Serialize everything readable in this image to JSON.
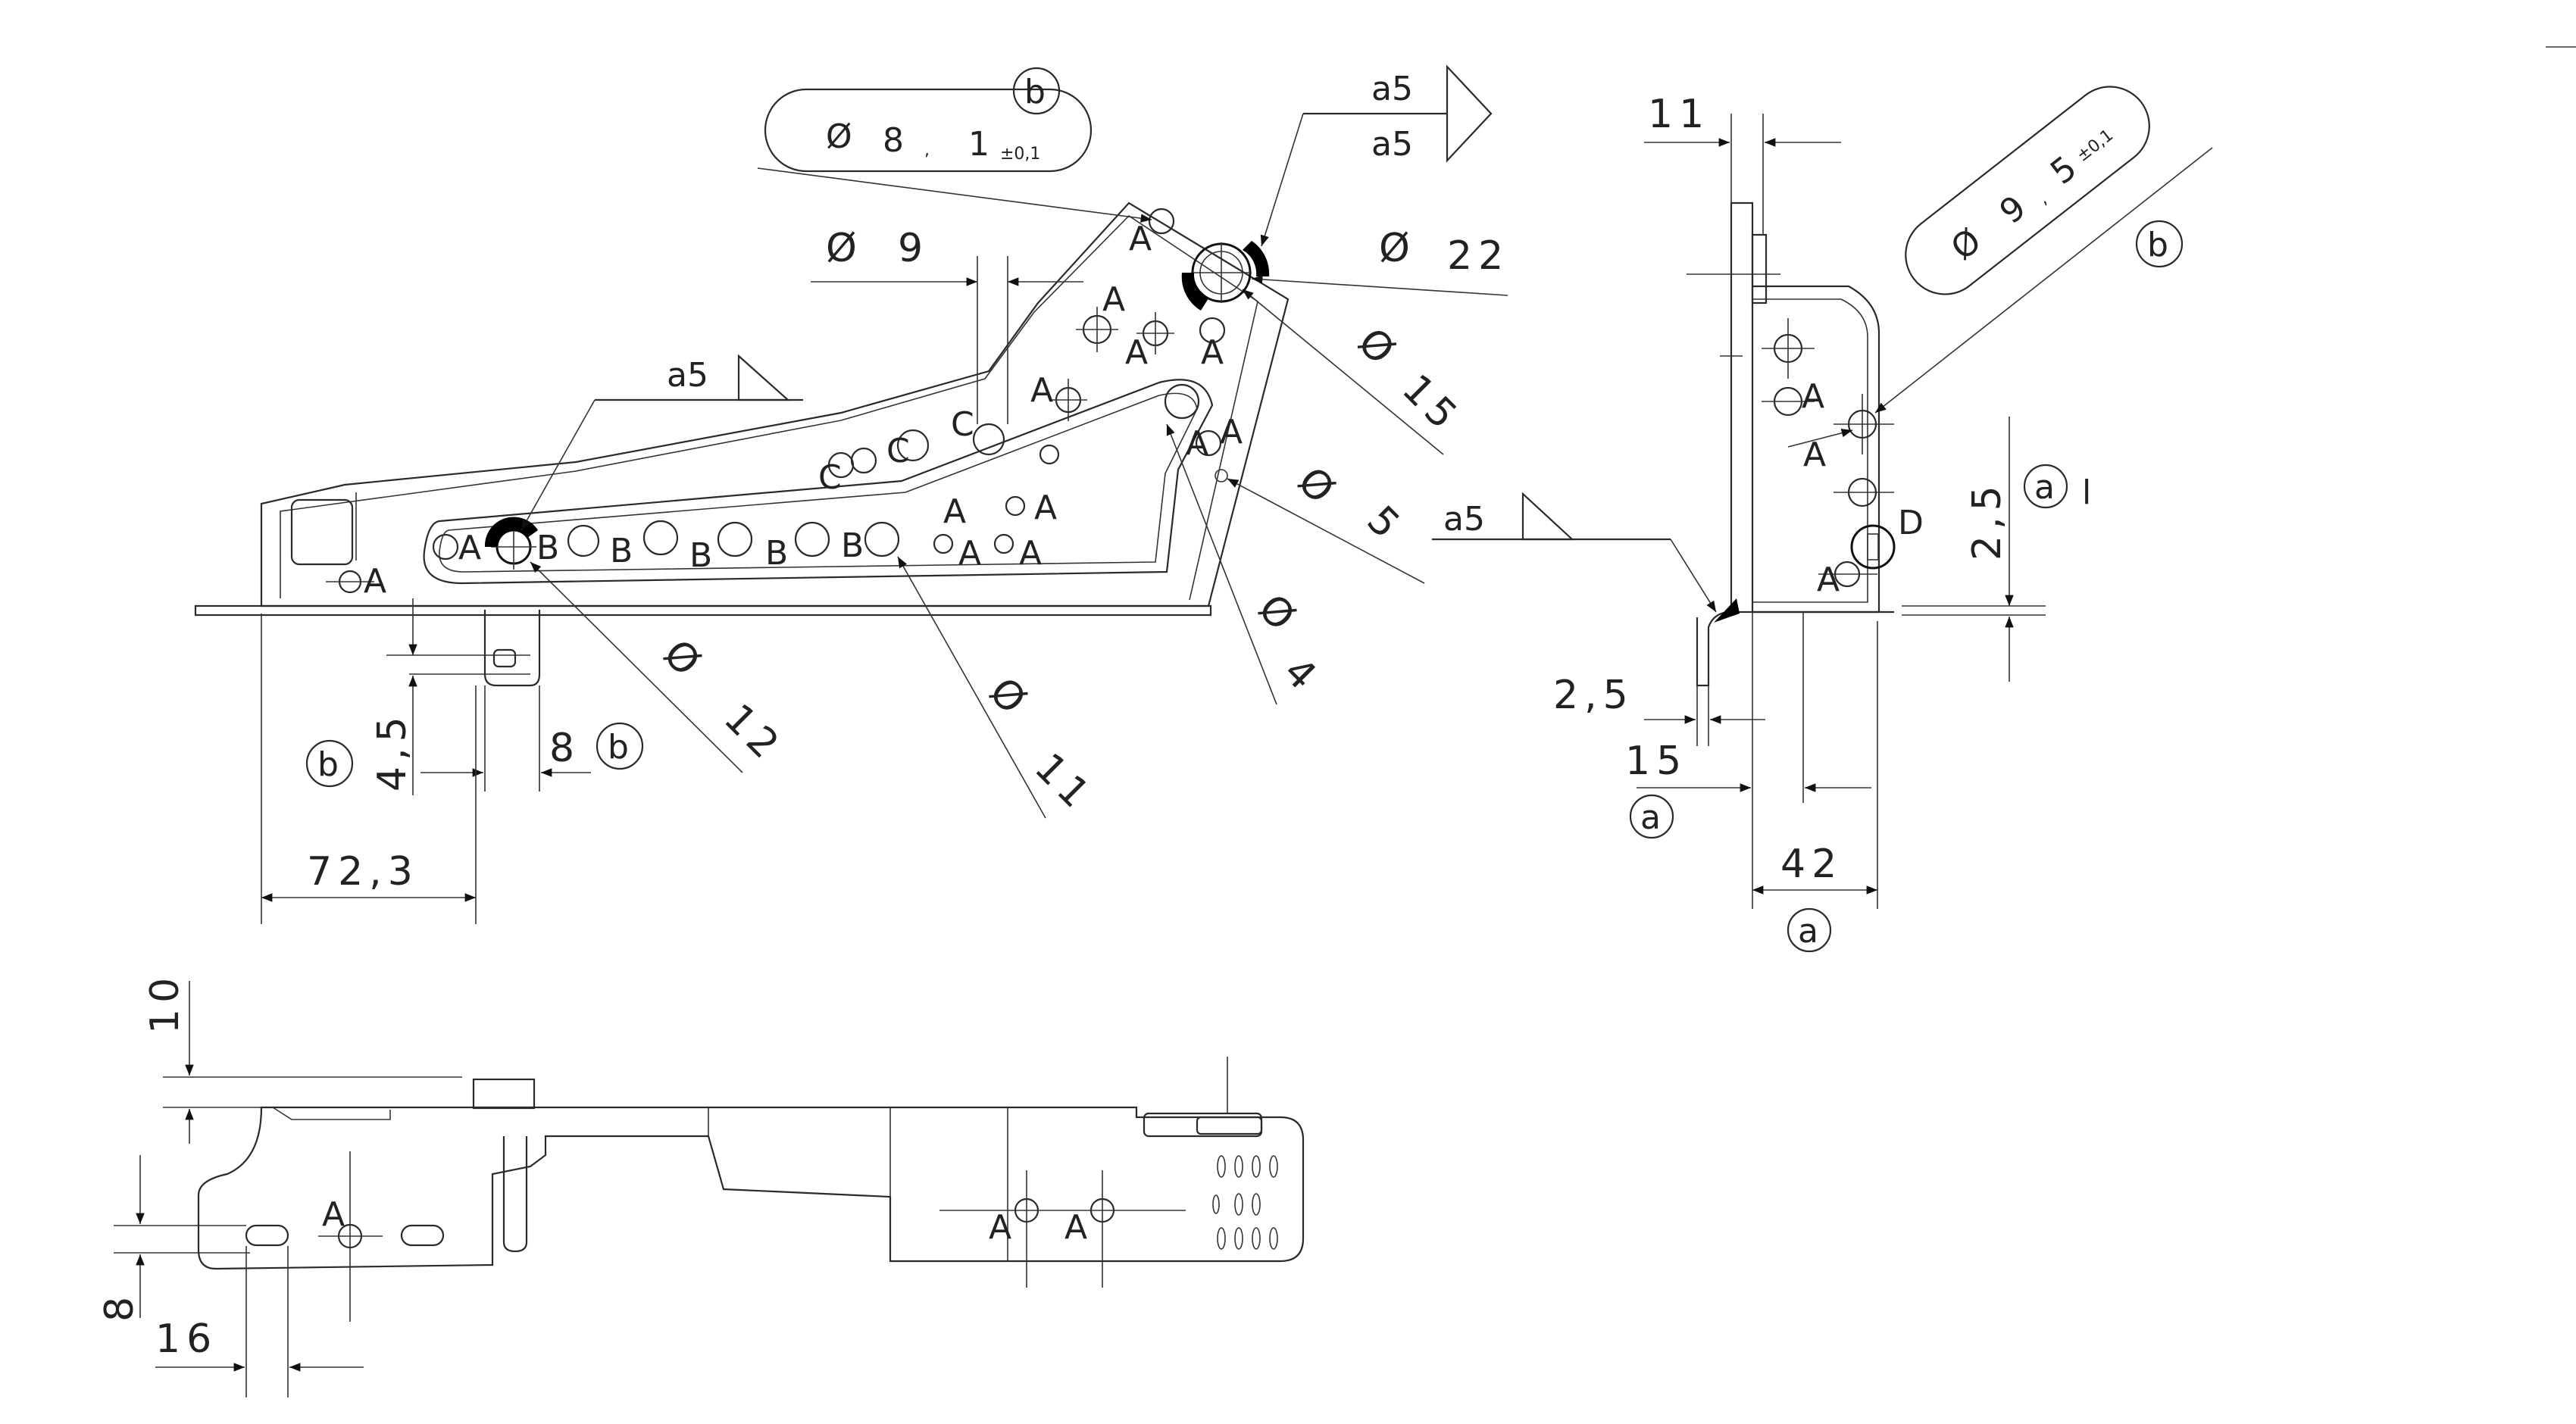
{
  "side_view": {
    "callout_hole_dia_top": {
      "symbol": "Ø",
      "value": "8",
      "decimal": "1",
      "tol": "±0,1",
      "ref": "b"
    },
    "weld_top_1": "a5",
    "weld_top_2": "a5",
    "dia_9": "9",
    "dia_22": "22",
    "dia_15": "15",
    "dia_5": "5",
    "dia_4": "4",
    "dia_12": "12",
    "dia_11": "11",
    "weld_left": "a5",
    "dim_4_5": "4,5",
    "dim_8": "8",
    "ref_b_8": "b",
    "ref_b_left": "b",
    "dim_72_3": "72,3",
    "hole_labels_a": [
      "A",
      "A",
      "A",
      "A",
      "A",
      "A",
      "A",
      "A",
      "A",
      "A",
      "A",
      "A",
      "A"
    ],
    "hole_labels_b": [
      "B",
      "B",
      "B",
      "B",
      "B"
    ],
    "hole_labels_c": [
      "C",
      "C",
      "C"
    ]
  },
  "front_view": {
    "dim_11": "11",
    "callout_hole_dia": {
      "symbol": "Ø",
      "value": "9",
      "decimal": "5",
      "tol": "±0,1",
      "ref": "b"
    },
    "label_a": [
      "A",
      "A",
      "A"
    ],
    "label_d": "D",
    "dim_2_5_right": "2,5",
    "ref_a_right": "a",
    "tick_mark": "l",
    "weld_left": "a5",
    "dim_2_5": "2,5",
    "dim_15": "15",
    "ref_a_15": "a",
    "dim_42": "42",
    "ref_a_42": "a"
  },
  "top_view": {
    "dim_10": "10",
    "dim_8": "8",
    "dim_16": "16",
    "label_a": [
      "A",
      "A",
      "A"
    ]
  }
}
